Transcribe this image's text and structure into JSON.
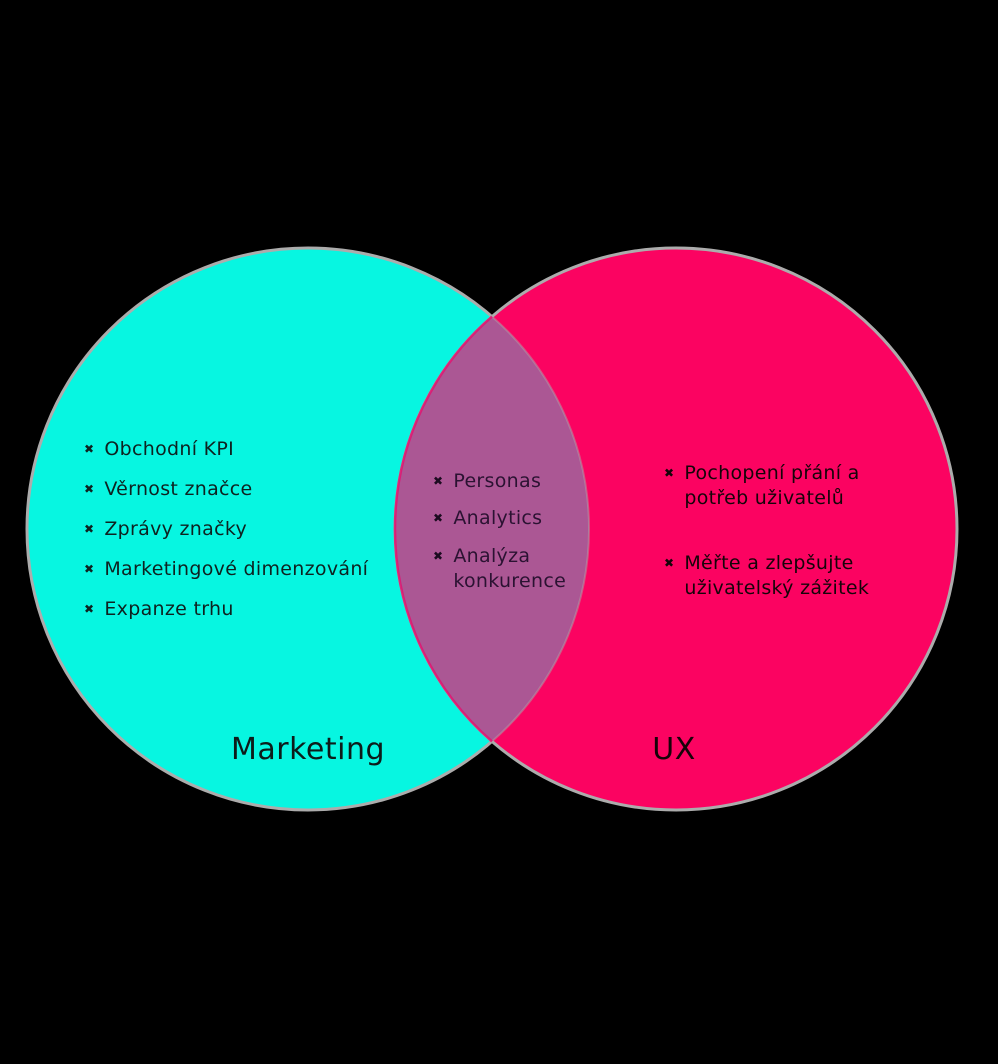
{
  "diagram": {
    "type": "venn",
    "bullet_icon": "✖",
    "colors": {
      "background": "#000000",
      "left_circle_fill": "#07F6E1",
      "right_circle_fill": "#FB0361",
      "overlap_fill": "#AB5794",
      "circle_outline": "#ACACAC",
      "overlap_left_edge": "#E01371",
      "overlap_right_edge": "#ACACAC",
      "left_text": "#0E2220",
      "overlap_text": "#2B1232",
      "right_text": "#150409"
    },
    "left": {
      "label": "Marketing",
      "items": [
        "Obchodní KPI",
        "Věrnost značce",
        "Zprávy značky",
        "Marketingové dimenzování",
        "Expanze trhu"
      ]
    },
    "overlap": {
      "items": [
        "Personas",
        "Analytics",
        "Analýza konkurence"
      ]
    },
    "right": {
      "label": "UX",
      "items": [
        "Pochopení přání a potřeb uživatelů",
        "Měřte a zlepšujte uživatelský zážitek"
      ]
    }
  }
}
